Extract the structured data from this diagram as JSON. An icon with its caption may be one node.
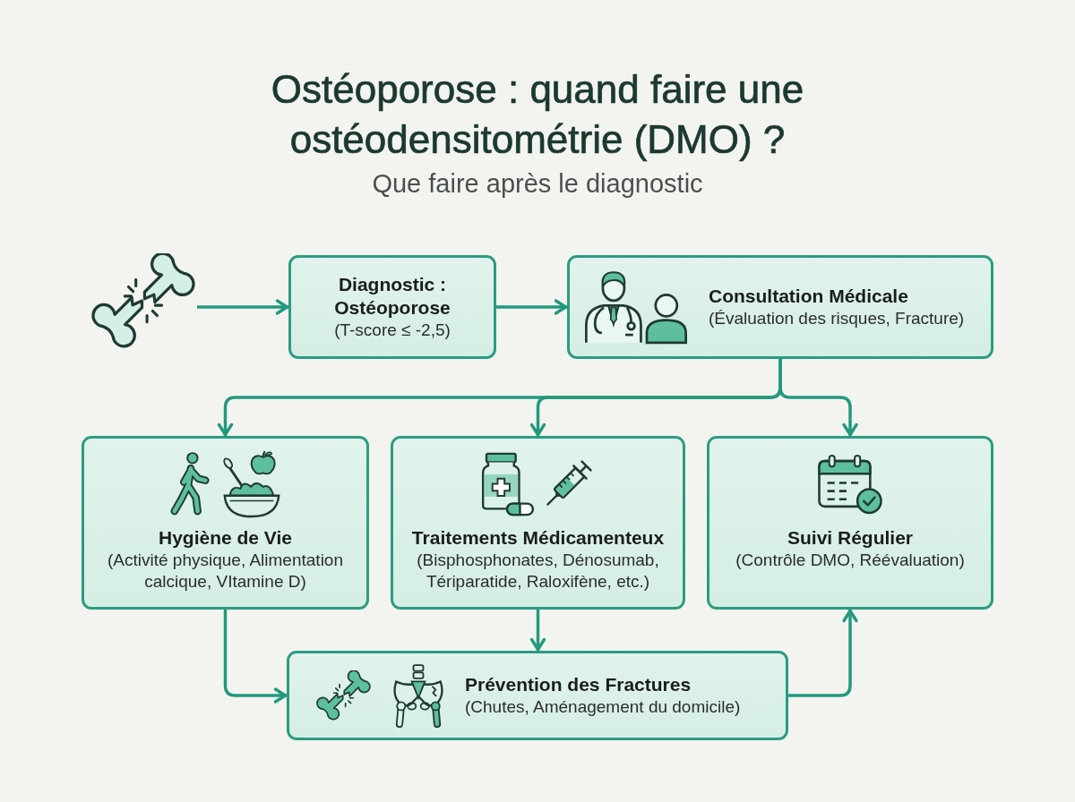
{
  "diagram": {
    "title": "Ostéoporose : quand faire une ostéodensitométrie (DMO) ?",
    "nodes": [
      {
        "text": [],
        "shape": "picture"
      },
      {
        "text": [
          "Diagnostic : Ostéoporose",
          "(T-score ≤ -2,5)"
        ]
      },
      {
        "text": [
          "Consultation Médicale",
          "(Évaluation des risques, Fracture)"
        ]
      },
      {
        "text": [
          "Hygiène de Vie",
          "(Activité physique, Alimentation calcique, VItamine D)"
        ]
      },
      {
        "text": [
          "Traitements Médicamenteux",
          "(Bisphosphonates, Dénosumab, Tériparatide, Raloxifène, etc.)"
        ]
      },
      {
        "text": [
          "Suivi Régulier",
          "(Contrôle DMO, Réévaluation)"
        ]
      },
      {
        "text": [
          "Prévention des Fractures",
          "(Chutes, Aménagement du domicile)"
        ]
      }
    ],
    "edges": [
      {
        "from": 0,
        "to": 1,
        "arrow": "to"
      },
      {
        "from": 1,
        "to": 2,
        "arrow": "to"
      },
      {
        "from": 2,
        "to": 3,
        "arrow": "to"
      },
      {
        "from": 2,
        "to": 4,
        "arrow": "to"
      },
      {
        "from": 2,
        "to": 5,
        "arrow": "to"
      },
      {
        "from": 3,
        "to": 6,
        "arrow": "to"
      },
      {
        "from": 4,
        "to": 6,
        "arrow": "to"
      },
      {
        "from": 6,
        "to": 5,
        "arrow": "to"
      }
    ],
    "labels": [
      "Que faire après le diagnostic"
    ]
  }
}
